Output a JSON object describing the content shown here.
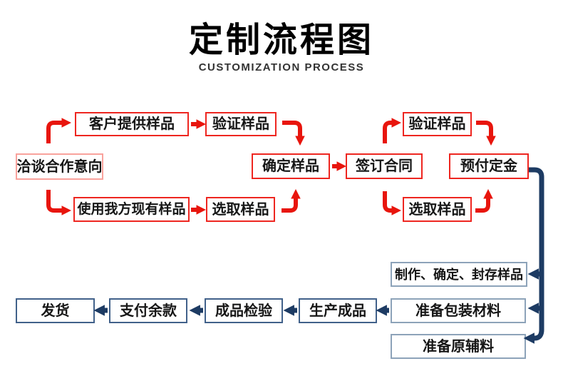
{
  "header": {
    "title": "定制流程图",
    "subtitle": "CUSTOMIZATION PROCESS"
  },
  "colors": {
    "arrow-red": "#e8150d",
    "arrow-navy": "#1d3b63",
    "border-red": "#ee2620",
    "border-pink": "#f9a29c",
    "border-steel": "#8da3b9",
    "border-navy": "#41618a",
    "text": "#161616",
    "title": "#000000",
    "subtitle": "#333333"
  },
  "nodes": [
    {
      "label": "客户提供样品"
    },
    {
      "label": "验证样品"
    },
    {
      "label": "验证样品"
    },
    {
      "label": "洽谈合作意向"
    },
    {
      "label": "确定样品"
    },
    {
      "label": "签订合同"
    },
    {
      "label": "预付定金"
    },
    {
      "label": "使用我方现有样品"
    },
    {
      "label": "选取样品"
    },
    {
      "label": "选取样品"
    },
    {
      "label": "制作、确定、封存样品"
    },
    {
      "label": "准备包装材料"
    },
    {
      "label": "准备原辅料"
    },
    {
      "label": "发货"
    },
    {
      "label": "支付余款"
    },
    {
      "label": "成品检验"
    },
    {
      "label": "生产成品"
    }
  ]
}
